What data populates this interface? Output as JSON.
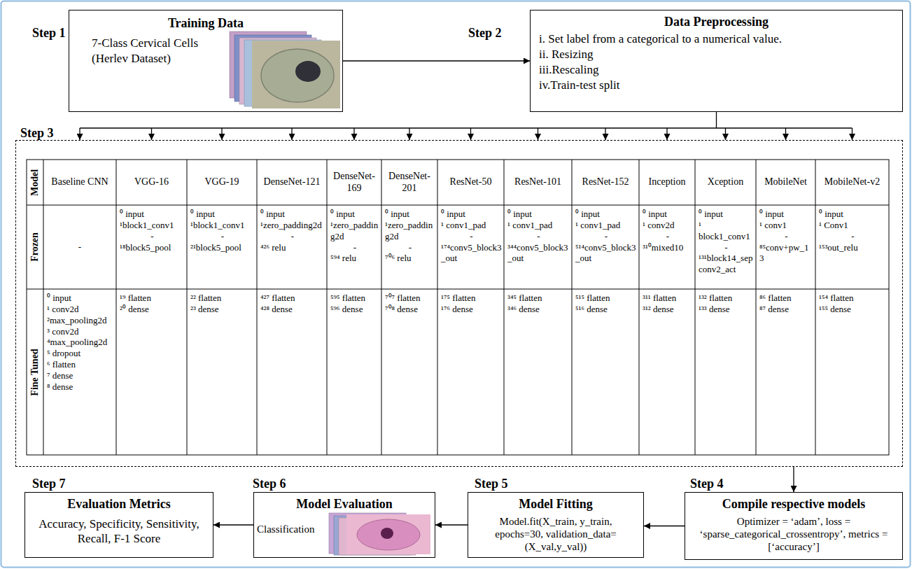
{
  "diagram": {
    "nodes": [
      {
        "text": [
          "Step 1",
          "Training Data",
          "7-Class Cervical Cells (Herlev Dataset)"
        ]
      },
      {
        "text": [
          "Step 2",
          "Data Preprocessing",
          "i. Set label from a categorical to a numerical value.",
          "ii. Resizing",
          "iii.Rescaling",
          "iv.Train-test split"
        ]
      },
      {
        "text": [
          "Step 3"
        ]
      },
      {
        "text": [
          "Step 4",
          "Compile respective models",
          "Optimizer = ‘adam’, loss = ‘sparse_categorical_crossentropy’, metrics = [‘accuracy’]"
        ]
      },
      {
        "text": [
          "Step 5",
          "Model Fitting",
          "Model.fit(X_train, y_train, epochs=30, validation_data= (X_val,y_val))"
        ]
      },
      {
        "text": [
          "Step 6",
          "Model Evaluation",
          "Classification"
        ]
      },
      {
        "text": [
          "Step 7",
          "Evaluation Metrics",
          "Accuracy, Specificity, Sensitivity, Recall, F-1 Score"
        ]
      }
    ],
    "edges": [
      {
        "from": 0,
        "to": 1,
        "arrow": "to"
      },
      {
        "from": 1,
        "to": 2,
        "arrow": "to"
      },
      {
        "from": 2,
        "to": 3,
        "arrow": "to"
      },
      {
        "from": 3,
        "to": 4,
        "arrow": "to"
      },
      {
        "from": 4,
        "to": 5,
        "arrow": "to"
      },
      {
        "from": 5,
        "to": 6,
        "arrow": "to"
      }
    ],
    "labels": [
      "Model",
      "Baseline CNN",
      "VGG-16",
      "VGG-19",
      "DenseNet-121",
      "DenseNet-169",
      "DenseNet-201",
      "ResNet-50",
      "ResNet-101",
      "ResNet-152",
      "Inception",
      "Xception",
      "MobileNet",
      "MobileNet-v2",
      "Frozen",
      "-",
      "⁰ input",
      "¹block1_conv1",
      "-",
      "¹⁸block5_pool",
      "⁰ input",
      "¹block1_conv1",
      "-",
      "²¹block5_pool",
      "⁰ input",
      "¹zero_padding2d",
      "-",
      "⁴²⁶ relu",
      "⁰ input",
      "¹zero_padding2d",
      "-",
      "⁵⁹⁴ relu",
      "⁰ input",
      "¹zero_padding2d",
      "-",
      "⁷⁰⁶ relu",
      "⁰ input",
      "¹ conv1_pad",
      "-",
      "¹⁷⁴conv5_block3_out",
      "⁰ input",
      "¹ conv1_pad",
      "-",
      "³⁴⁴conv5_block3_out",
      "⁰ input",
      "¹ conv1_pad",
      "-",
      "⁵¹⁴conv5_block3_out",
      "⁰ input",
      "¹ conv2d",
      "-",
      "³¹⁰mixed10",
      "⁰ input",
      "¹ block1_conv1",
      "-",
      "¹³¹block14_sepconv2_act",
      "⁰ input",
      "¹ conv1",
      "-",
      "⁸⁵conv+pw_13",
      "⁰ input",
      "¹ Conv1",
      "-",
      "¹⁵³out_relu",
      "Fine Tuned",
      "⁰ input",
      "¹ conv2d",
      "²max_pooling2d",
      "³ conv2d",
      "⁴max_pooling2d",
      "⁵ dropout",
      "⁶ flatten",
      "⁷ dense",
      "⁸ dense",
      "¹⁹ flatten",
      "²⁰ dense",
      "²² flatten",
      "²³ dense",
      "⁴²⁷ flatten",
      "⁴²⁸ dense",
      "⁵⁹⁵ flatten",
      "⁵⁹⁶ dense",
      "⁷⁰⁷ flatten",
      "⁷⁰⁸ dense",
      "¹⁷⁵ flatten",
      "¹⁷⁶ dense",
      "³⁴⁵ flatten",
      "³⁴⁶ dense",
      "⁵¹⁵ flatten",
      "⁵¹⁶ dense",
      "³¹¹ flatten",
      "³¹² dense",
      "¹³² flatten",
      "¹³³ dense",
      "⁸⁶ flatten",
      "⁸⁷ dense",
      "¹⁵⁴ flatten",
      "¹⁵⁵ dense"
    ]
  }
}
